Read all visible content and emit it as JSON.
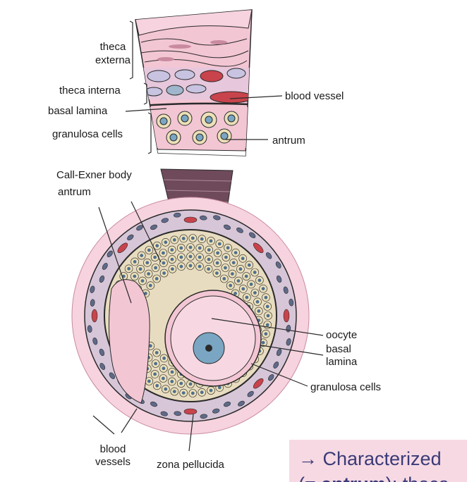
{
  "labels": {
    "theca_externa_1": "theca",
    "theca_externa_2": "externa",
    "theca_interna": "theca interna",
    "basal_lamina_top": "basal lamina",
    "granulosa_top": "granulosa cells",
    "blood_vessel": "blood vessel",
    "antrum_right": "antrum",
    "call_exner": "Call-Exner body",
    "antrum_left": "antrum",
    "oocyte": "oocyte",
    "basal_lamina_bottom_1": "basal",
    "basal_lamina_bottom_2": "lamina",
    "granulosa_bottom": "granulosa cells",
    "blood_vessels_1": "blood",
    "blood_vessels_2": "vessels",
    "zona_pellucida": "zona pellucida"
  },
  "caption": {
    "line1": "→ Characterized",
    "line2_prefix": "(= ",
    "line2_bold": "antrum",
    "line2_suffix": "); theca"
  },
  "colors": {
    "tissue_pink": "#f3c6d4",
    "vessel_red": "#c8434b",
    "nucleus_blue": "#7aa6c4",
    "granulosa_tan": "#ece0b8",
    "outline": "#2a2a2a",
    "caption_bg": "#f6d9e3",
    "caption_text": "#3a3a78"
  }
}
